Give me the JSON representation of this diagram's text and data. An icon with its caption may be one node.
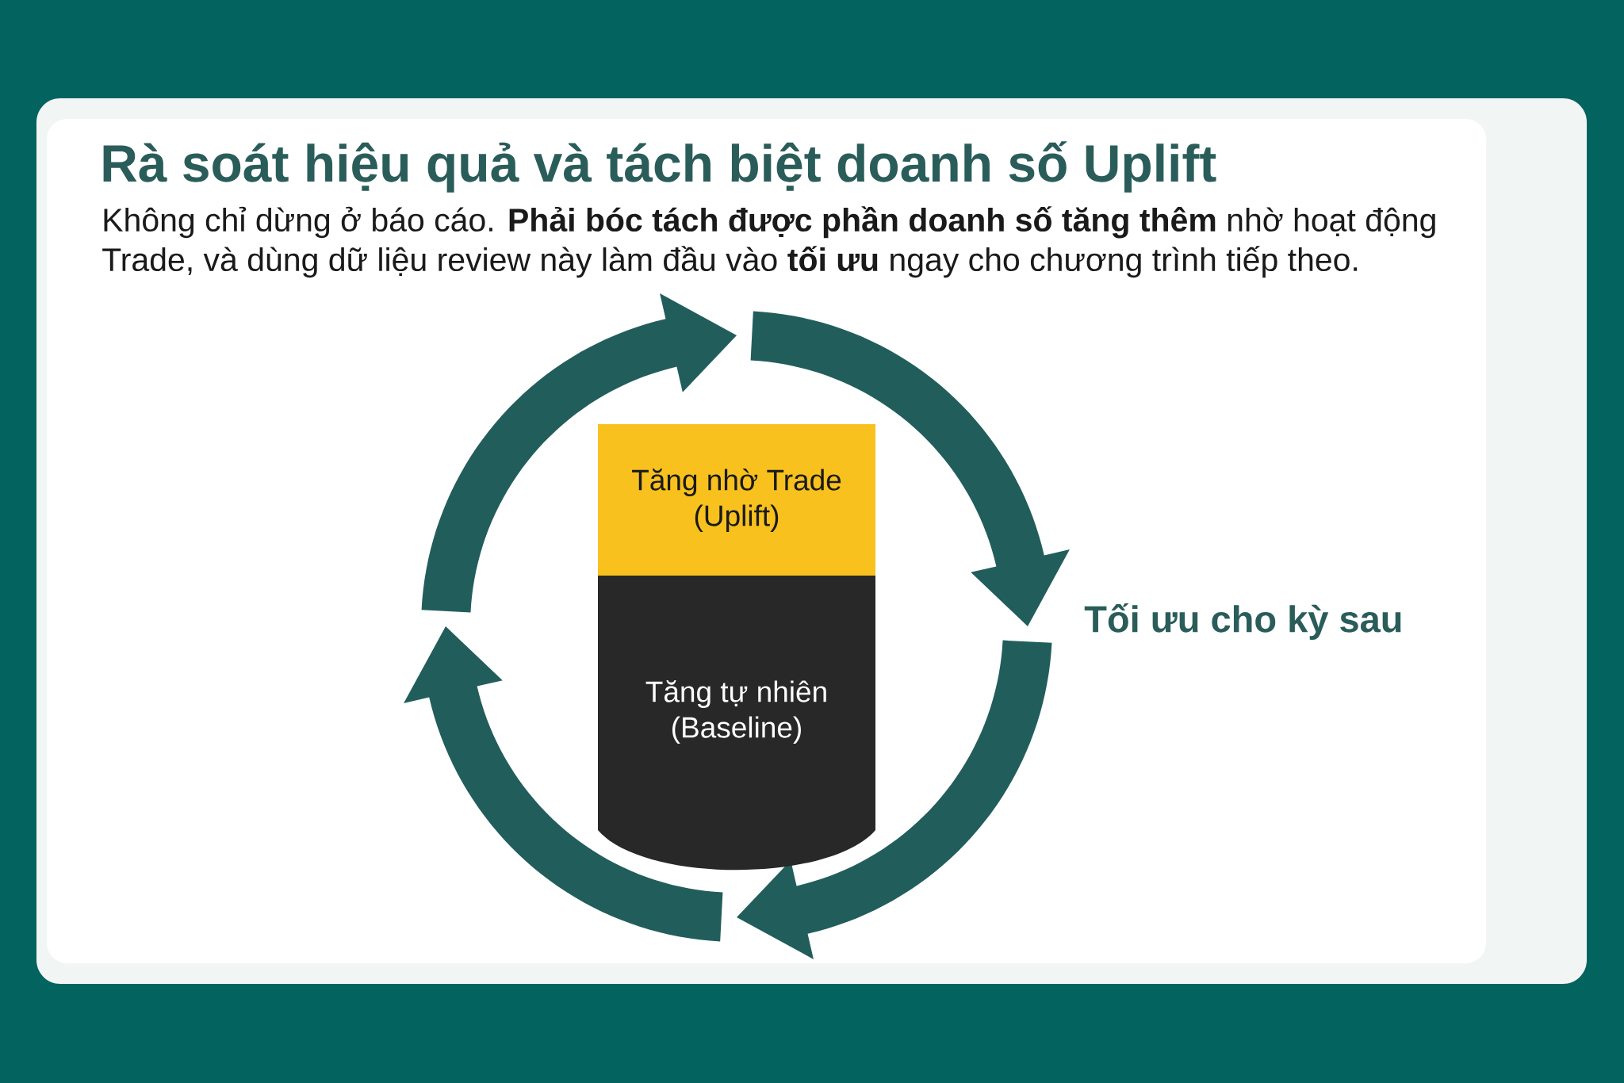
{
  "diagram": {
    "title": "Rà soát hiệu quả và tách biệt doanh số Uplift",
    "nodes": [
      {
        "text": [
          "Tăng nhờ Trade (Uplift)"
        ]
      },
      {
        "text": [
          "Tăng tự nhiên (Baseline)"
        ]
      }
    ],
    "labels": [
      "Không chỉ dừng ở báo cáo. **Phải bóc tách được phần doanh số tăng thêm** nhờ hoạt động Trade, và dùng dữ liệu review này làm đầu vào **tối ưu** ngay cho chương trình tiếp theo.",
      "Tối ưu cho kỳ sau"
    ]
  }
}
